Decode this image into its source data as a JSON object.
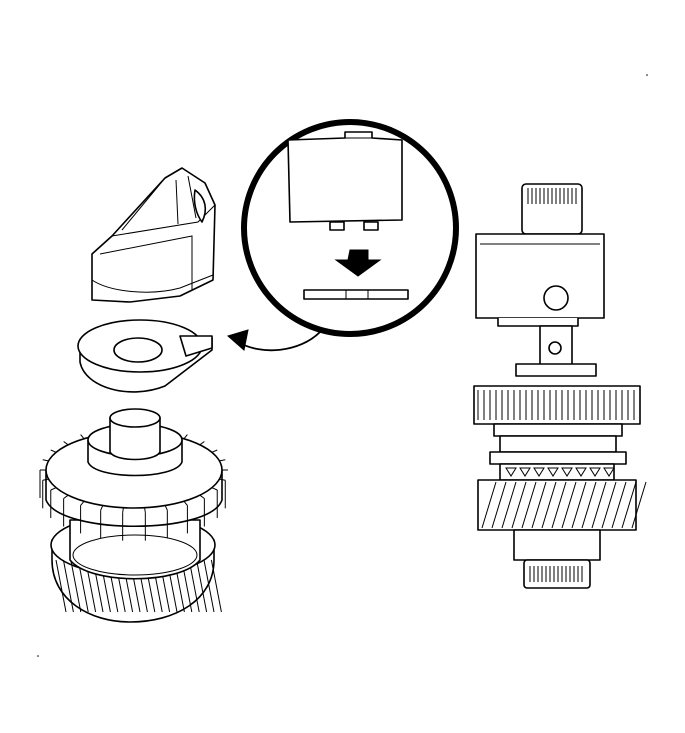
{
  "figure": {
    "kind": "technical-illustration",
    "style": "black line art on white",
    "colors": {
      "line": "#000000",
      "background": "#ffffff"
    },
    "components": [
      "tilted-bracket",
      "tabbed-thrust-washer",
      "double-gear-assembly",
      "detail-inset-circle",
      "installed-shaft-assembly"
    ],
    "callouts": [
      "curved-arrow-to-washer",
      "down-arrow-in-inset"
    ]
  }
}
